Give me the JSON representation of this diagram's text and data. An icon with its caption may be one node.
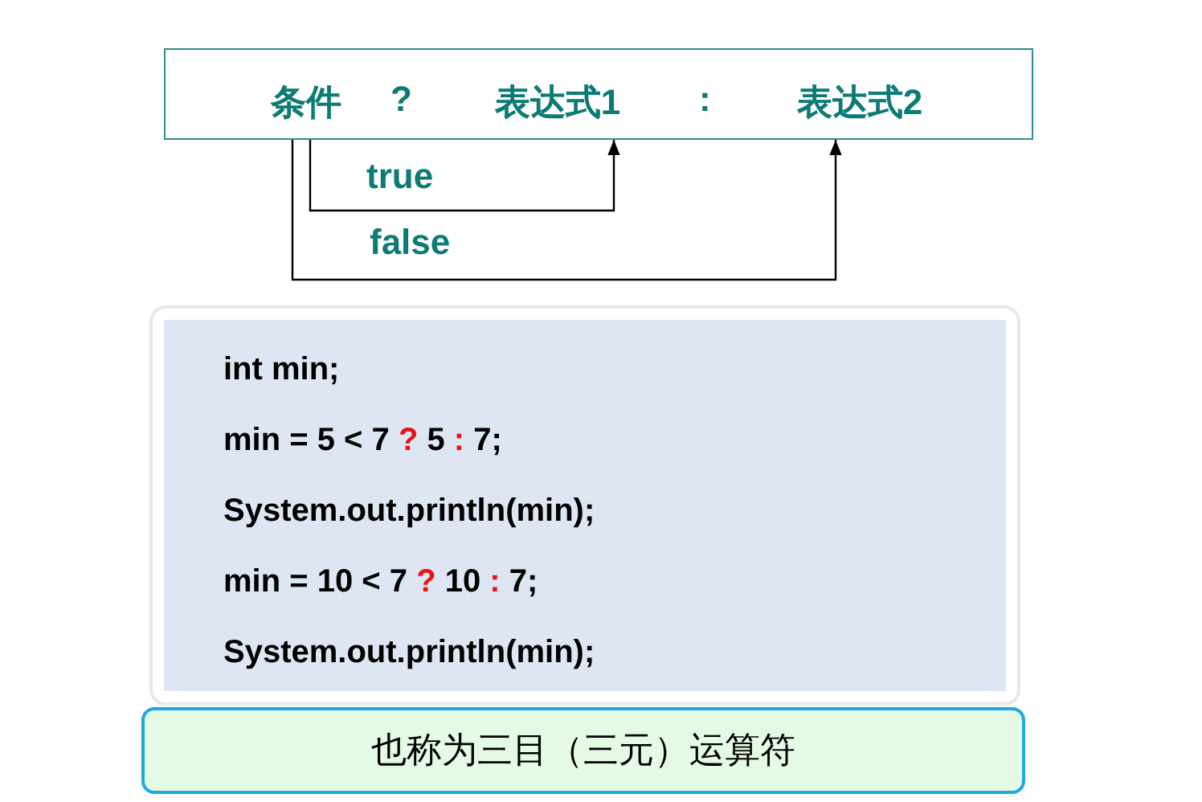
{
  "diagram": {
    "nodes": [
      {
        "text": [],
        "shape": "box"
      },
      {
        "text": [
          "条件"
        ],
        "in": 0
      },
      {
        "text": [
          "表达式1"
        ],
        "in": 0
      },
      {
        "text": [
          "表达式2"
        ],
        "in": 0
      },
      {
        "text": [
          "int min;",
          "min = 5 < 7 **?** 5 **:** 7;",
          "System.out.println(min);",
          "min = 10 < 7 **?** 10 **:** 7;",
          "System.out.println(min);"
        ]
      },
      {
        "text": [
          "也称为三目（三元）运算符"
        ]
      }
    ],
    "edges": [
      {
        "from": 1,
        "to": 2,
        "arrow": "to",
        "label": "true"
      },
      {
        "from": 1,
        "to": 3,
        "arrow": "to",
        "label": "false"
      }
    ],
    "labels": [
      "?",
      ":"
    ]
  }
}
